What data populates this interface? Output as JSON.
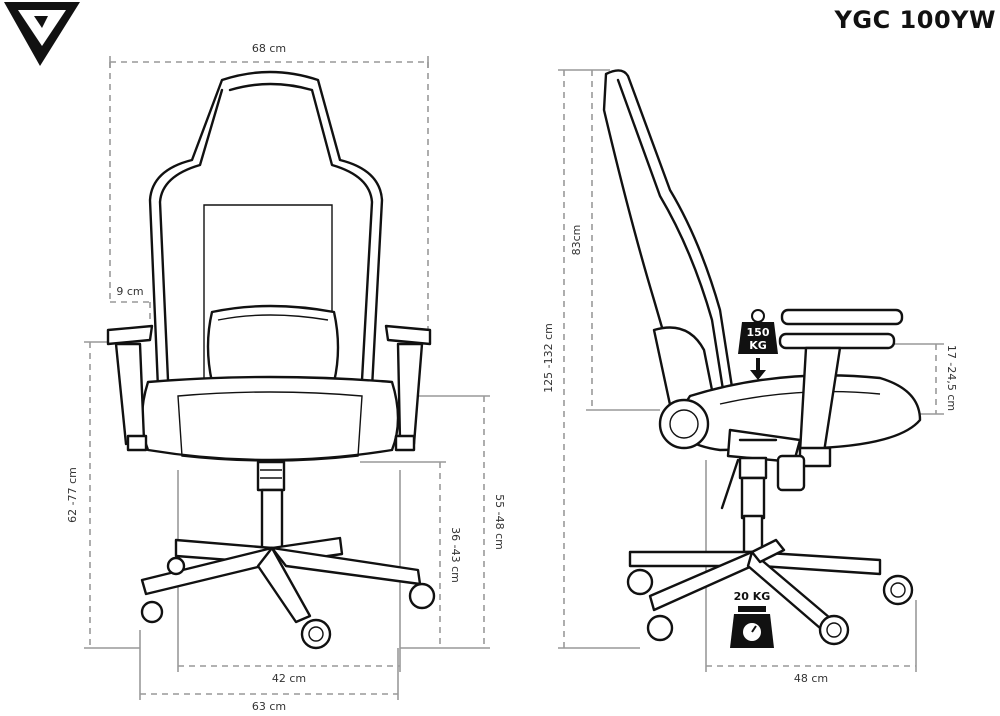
{
  "brand": {
    "logo_icon": "y-triangle-logo-icon"
  },
  "model": "YGC 100YW",
  "dimensions": {
    "overall_width": "68 cm",
    "wing_width": "9 cm",
    "armrest_height": "62 -77 cm",
    "seat_height_inner": "36 -43 cm",
    "seat_height_outer": "55 -48 cm",
    "seat_width": "42 cm",
    "base_width": "63 cm",
    "overall_height": "125 -132 cm",
    "backrest_height": "83cm",
    "armrest_adjust": "17 -24,5 cm",
    "depth": "48 cm"
  },
  "max_load": {
    "value": "150",
    "unit": "KG",
    "icon": "weight-icon"
  },
  "product_weight": {
    "label": "20 KG",
    "icon": "scale-icon"
  }
}
